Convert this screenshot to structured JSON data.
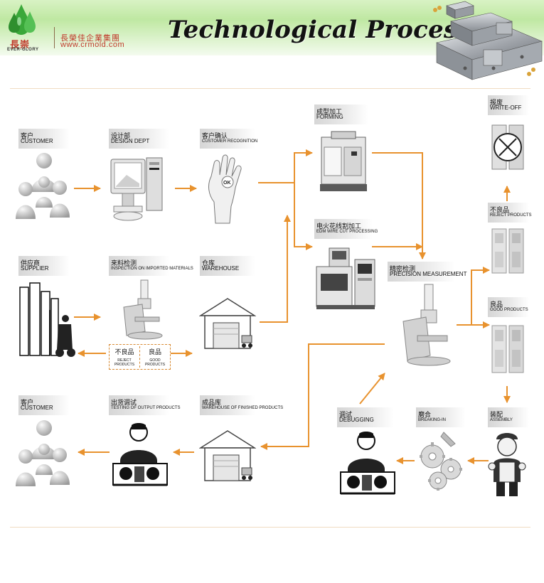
{
  "header": {
    "logo_text": "長崇",
    "logo_subtext": "EVER-GLORY",
    "company_name": "長榮佳企業集團",
    "company_url": "www.crmold.com",
    "title": "Technological Process"
  },
  "steps": {
    "customer_top": {
      "cn": "客户",
      "en": "CUSTOMER",
      "icon": "people-icon"
    },
    "design_dept": {
      "cn": "设计部",
      "en": "DESIGN DEPT",
      "icon": "computer-icon"
    },
    "customer_recognition": {
      "cn": "客户确认",
      "en": "CUSTOMER RECOGNITION",
      "icon": "ok-hand-icon"
    },
    "forming": {
      "cn": "成型加工",
      "en": "FORMING",
      "icon": "cnc-machine-icon"
    },
    "edm": {
      "cn": "电火花线割加工",
      "en": "EDM WIRE CUT PROCESSING",
      "icon": "edm-machine-icon"
    },
    "write_off": {
      "cn": "报废",
      "en": "WRITE-OFF",
      "icon": "scrap-icon"
    },
    "reject_products": {
      "cn": "不良品",
      "en": "REJECT PRODUCTS",
      "icon": "mold-part-icon"
    },
    "good_products": {
      "cn": "良品",
      "en": "GOOD PRODUCTS",
      "icon": "mold-part-icon"
    },
    "supplier": {
      "cn": "供应商",
      "en": "SUPPLIER",
      "icon": "forklift-icon"
    },
    "inspection": {
      "cn": "来料检测",
      "en": "INSPECTION ON IMPORTED MATERIALS",
      "icon": "microscope-icon"
    },
    "warehouse": {
      "cn": "仓库",
      "en": "WAREHOUSE",
      "icon": "warehouse-icon"
    },
    "precision": {
      "cn": "精密检测",
      "en": "PRECISION MEASUREMENT",
      "icon": "microscope-icon"
    },
    "customer_bottom": {
      "cn": "客户",
      "en": "CUSTOMER",
      "icon": "people-icon"
    },
    "testing_output": {
      "cn": "出货调试",
      "en": "TESTING OF OUTPUT PRODUCTS",
      "icon": "worker-icon"
    },
    "finished_warehouse": {
      "cn": "成品库",
      "en": "WAREHOUSE OF FINISHED PRODUCTS",
      "icon": "warehouse-icon"
    },
    "debugging": {
      "cn": "调试",
      "en": "DEBUGGING",
      "icon": "worker-icon"
    },
    "breaking_in": {
      "cn": "磨合",
      "en": "BREAKING-IN",
      "icon": "gears-icon"
    },
    "assembly": {
      "cn": "装配",
      "en": "ASSEMBLY",
      "icon": "mechanic-icon"
    }
  },
  "inspection_result": {
    "reject_cn": "不良品",
    "reject_en": "REJECT PRODUCTS",
    "good_cn": "良品",
    "good_en": "GOOD PRODUCTS"
  },
  "colors": {
    "arrow": "#e8922e",
    "label_bg": "#d6d6d6",
    "title": "#121212",
    "brand_red": "#c0392b",
    "header_green": "#bfe8a2"
  }
}
